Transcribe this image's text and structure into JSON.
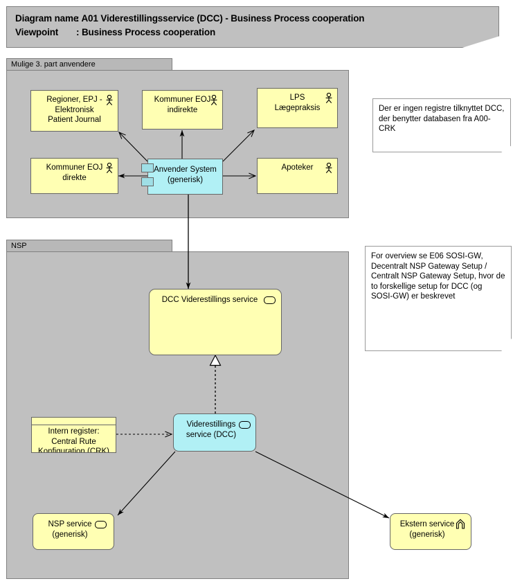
{
  "header": {
    "name_label": "Diagram name",
    "name_sep": ": ",
    "name_value": "A01 Viderestillingsservice (DCC) - Business Process cooperation",
    "viewpoint_label": "Viewpoint",
    "viewpoint_sep": ": ",
    "viewpoint_value": "Business Process cooperation"
  },
  "groups": [
    {
      "id": "third-party",
      "title": "Mulige 3. part anvendere"
    },
    {
      "id": "nsp",
      "title": "NSP"
    }
  ],
  "nodes": {
    "regioner_epj": {
      "label": "Regioner, EPJ -\nElektronisk\nPatient Journal",
      "type": "business-actor",
      "icon": "actor-icon"
    },
    "kommuner_indirekte": {
      "label": "Kommuner EOJ\nindirekte",
      "type": "business-actor",
      "icon": "actor-icon"
    },
    "lps": {
      "label": "LPS\nLægepraksis",
      "type": "business-actor",
      "icon": "actor-icon"
    },
    "kommuner_direkte": {
      "label": "Kommuner EOJ\ndirekte",
      "type": "business-actor",
      "icon": "actor-icon"
    },
    "apoteker": {
      "label": "Apoteker",
      "type": "business-actor",
      "icon": "actor-icon"
    },
    "anvender_system": {
      "label": "Anvender System\n(generisk)",
      "type": "application-component",
      "icon": "component-icon"
    },
    "dcc_service": {
      "label": "DCC Viderestillings service",
      "type": "application-service",
      "icon": "service-icon"
    },
    "viderestillings_dcc": {
      "label": "Viderestillings\nservice (DCC)",
      "type": "application-service",
      "icon": "service-icon"
    },
    "intern_register": {
      "label": "Intern register:\nCentral Rute\nKonfiguration (CRK)",
      "type": "data-object",
      "icon": "data-object-icon"
    },
    "nsp_service": {
      "label": "NSP service\n(generisk)",
      "type": "application-service",
      "icon": "service-icon"
    },
    "ekstern_service": {
      "label": "Ekstern service\n(generisk)",
      "type": "external-service",
      "icon": "external-service-icon"
    }
  },
  "notes": [
    {
      "id": "note-crk",
      "text": "Der er ingen registre tilknyttet DCC, der benytter databasen fra A00-CRK"
    },
    {
      "id": "note-sosi",
      "text": "For overview se E06 SOSI-GW, Decentralt NSP Gateway Setup / Centralt NSP Gateway Setup, hvor de to forskellige setup for DCC (og SOSI-GW) er beskrevet"
    }
  ],
  "colors": {
    "group_fill": "#c0c0c0",
    "group_tab": "#b8b8b8",
    "business_yellow": "#ffffb3",
    "application_cyan": "#b1f0f5",
    "border": "#666666",
    "note_fill": "#ffffff",
    "line": "#000000"
  }
}
